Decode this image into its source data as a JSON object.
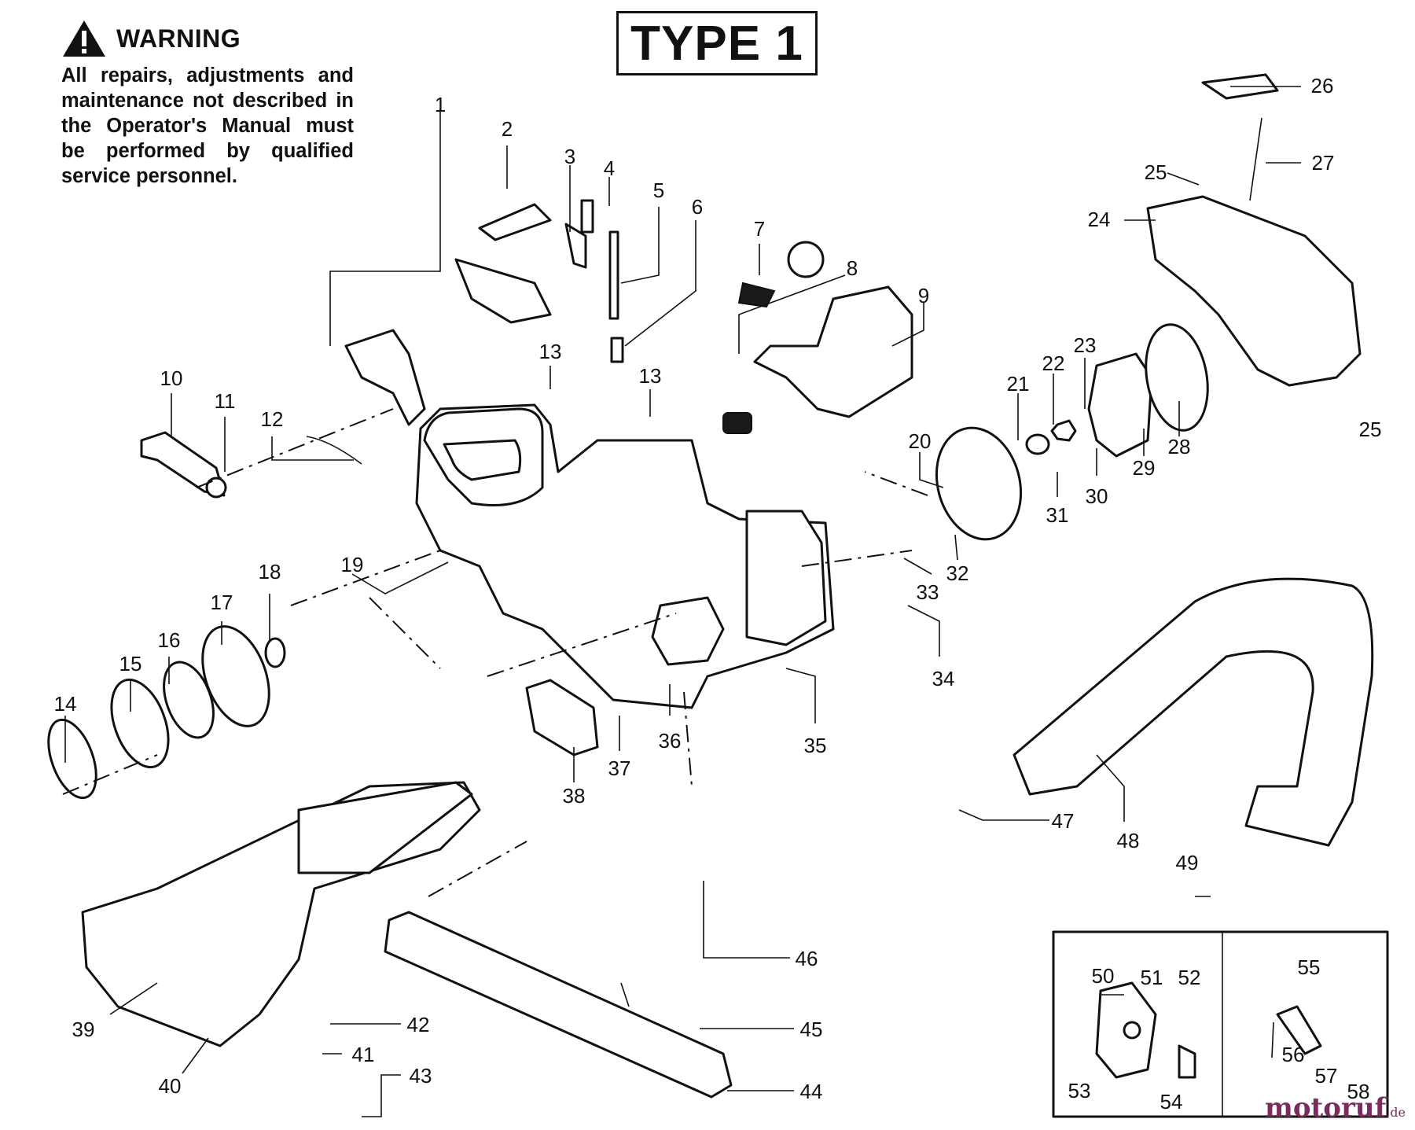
{
  "warning": {
    "title": "WARNING",
    "text": "All repairs, adjustments and maintenance not described in the Operator's Manual must be performed by qualified service personnel."
  },
  "type_label": "TYPE 1",
  "watermark": {
    "brand": "motoruf",
    "tld": ".de"
  },
  "callouts": [
    "1",
    "2",
    "3",
    "4",
    "5",
    "6",
    "7",
    "8",
    "9",
    "10",
    "11",
    "12",
    "13",
    "13",
    "14",
    "15",
    "16",
    "17",
    "18",
    "19",
    "20",
    "21",
    "22",
    "23",
    "24",
    "25",
    "25",
    "26",
    "27",
    "28",
    "29",
    "30",
    "31",
    "32",
    "33",
    "34",
    "35",
    "36",
    "37",
    "38",
    "39",
    "40",
    "41",
    "42",
    "43",
    "44",
    "45",
    "46",
    "47",
    "48",
    "49",
    "50",
    "51",
    "52",
    "53",
    "54",
    "55",
    "56",
    "57",
    "58"
  ]
}
